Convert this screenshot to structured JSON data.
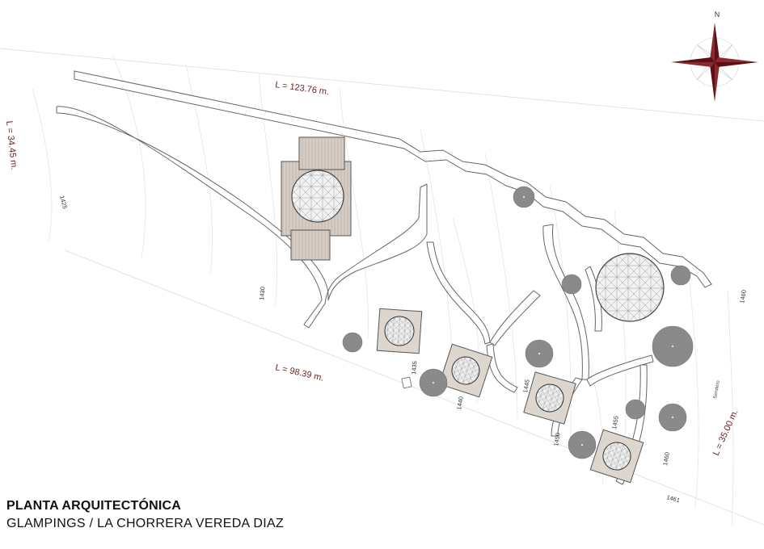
{
  "title": {
    "main": "PLANTA ARQUITECTÓNICA",
    "sub": "GLAMPINGS / LA CHORRERA VEREDA DIAZ"
  },
  "compass": {
    "north_label": "N"
  },
  "dimensions": {
    "top": "L = 123.76 m.",
    "left": "L = 34.45 m.",
    "bottom": "L = 98.39 m.",
    "right": "L = 35.00 m."
  },
  "contours": [
    "1425",
    "1430",
    "1435",
    "1440",
    "1445",
    "1450",
    "1455",
    "1460",
    "1460",
    "1461"
  ],
  "path_label": "Sendero",
  "colors": {
    "compass": "#5c0f14",
    "dimension_text": "#6b1f1f",
    "tree": "#8a8a8a",
    "deck": "#d6ccc4",
    "dome": "#f2f2f2",
    "line": "#555555"
  }
}
